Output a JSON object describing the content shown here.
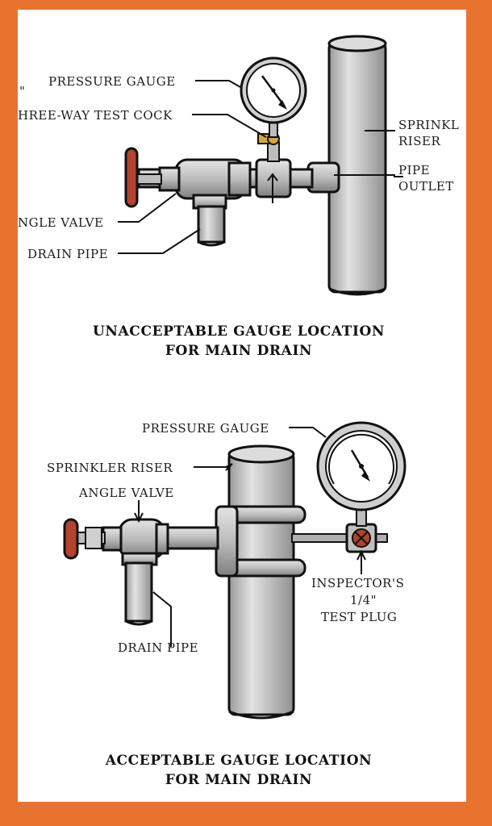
{
  "top_diagram": {
    "labels": {
      "pressure_gauge": "PRESSURE GAUGE",
      "quote_mark": "\"",
      "three_way_test_cock": "HREE-WAY TEST COCK",
      "angle_valve": "NGLE VALVE",
      "drain_pipe": "DRAIN PIPE",
      "sprinkler_riser_1": "SPRINKL",
      "sprinkler_riser_2": "RISER",
      "pipe_outlet_1": "PIPE",
      "pipe_outlet_2": "OUTLET"
    },
    "caption_1": "UNACCEPTABLE GAUGE LOCATION",
    "caption_2": "FOR MAIN DRAIN"
  },
  "bottom_diagram": {
    "labels": {
      "pressure_gauge": "PRESSURE GAUGE",
      "sprinkler_riser": "SPRINKLER RISER",
      "angle_valve": "ANGLE VALVE",
      "drain_pipe": "DRAIN PIPE",
      "inspectors_1": "INSPECTOR'S",
      "inspectors_2": "1/4\"",
      "inspectors_3": "TEST PLUG"
    },
    "caption_1": "ACCEPTABLE GAUGE LOCATION",
    "caption_2": "FOR MAIN DRAIN"
  },
  "colors": {
    "frame": "#e8732f",
    "pipe": "#c9c9c9",
    "handwheel": "#b5412f"
  }
}
